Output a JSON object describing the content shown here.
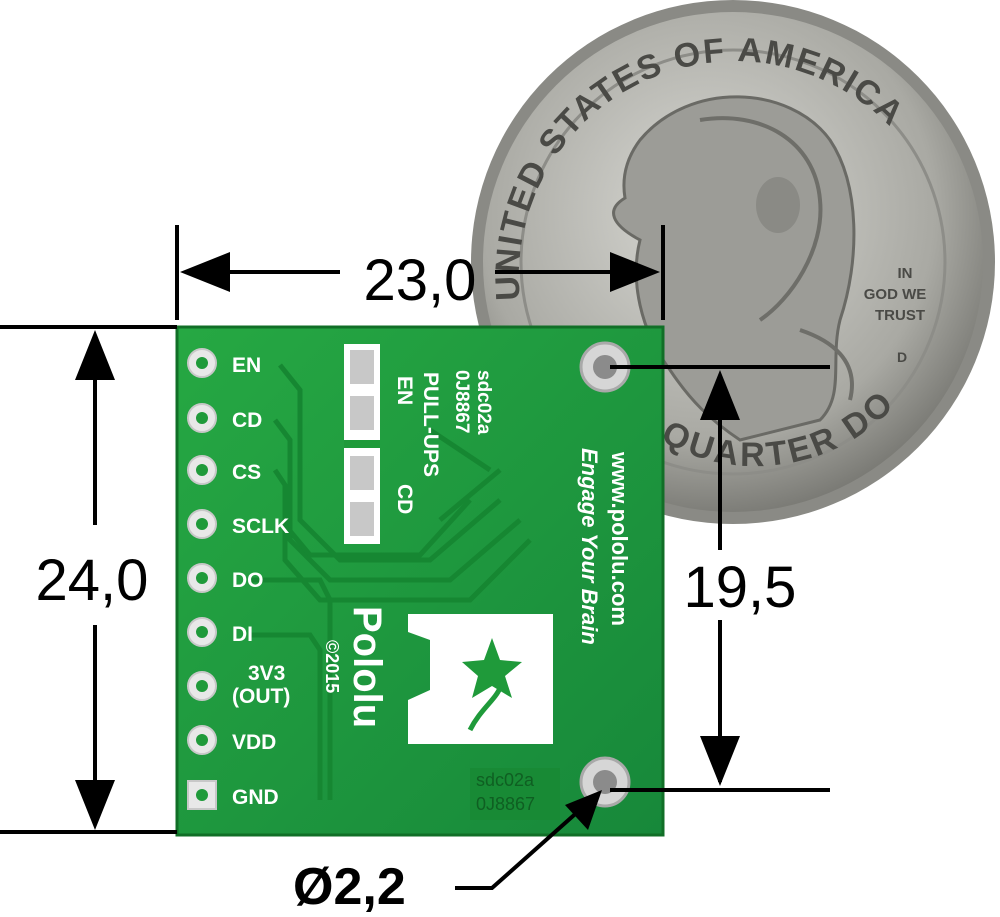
{
  "dimensions": {
    "width": "23,0",
    "height": "24,0",
    "hole_spacing": "19,5",
    "hole_diameter": "Ø2,2"
  },
  "board": {
    "pins": [
      "EN",
      "CD",
      "CS",
      "SCLK",
      "DO",
      "DI",
      "3V3",
      "(OUT)",
      "VDD",
      "GND"
    ],
    "pullups_title": "PULL-UPS",
    "pullup_en": "EN",
    "pullup_cd": "CD",
    "part_number": "sdc02a",
    "serial": "0J8867",
    "website": "www.pololu.com",
    "tagline": "Engage Your Brain",
    "brand": "Pololu",
    "copyright": "©2015",
    "label_part": "sdc02a",
    "label_serial": "0J8867"
  },
  "coin": {
    "top_text": "UNITED STATES OF AMERICA",
    "motto_1": "IN",
    "motto_2": "GOD WE",
    "motto_3": "TRUST",
    "mint_mark": "D",
    "bottom_text": "QUARTER DOLLAR"
  },
  "colors": {
    "pcb": "#1f9a3a",
    "pcb_dark": "#137a2b",
    "coin": "#b9b9b4",
    "coin_dark": "#7d7d78",
    "dim_line": "#000000"
  }
}
